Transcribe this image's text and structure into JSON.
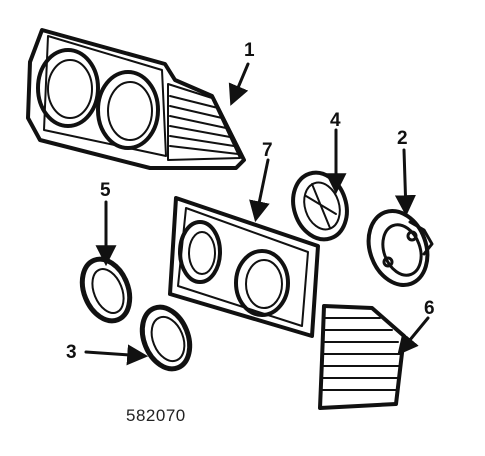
{
  "figure": {
    "part_number": "582070",
    "callouts": [
      "1",
      "2",
      "3",
      "4",
      "5",
      "6",
      "7"
    ]
  },
  "colors": {
    "ink": "#111111",
    "paper": "#ffffff"
  }
}
